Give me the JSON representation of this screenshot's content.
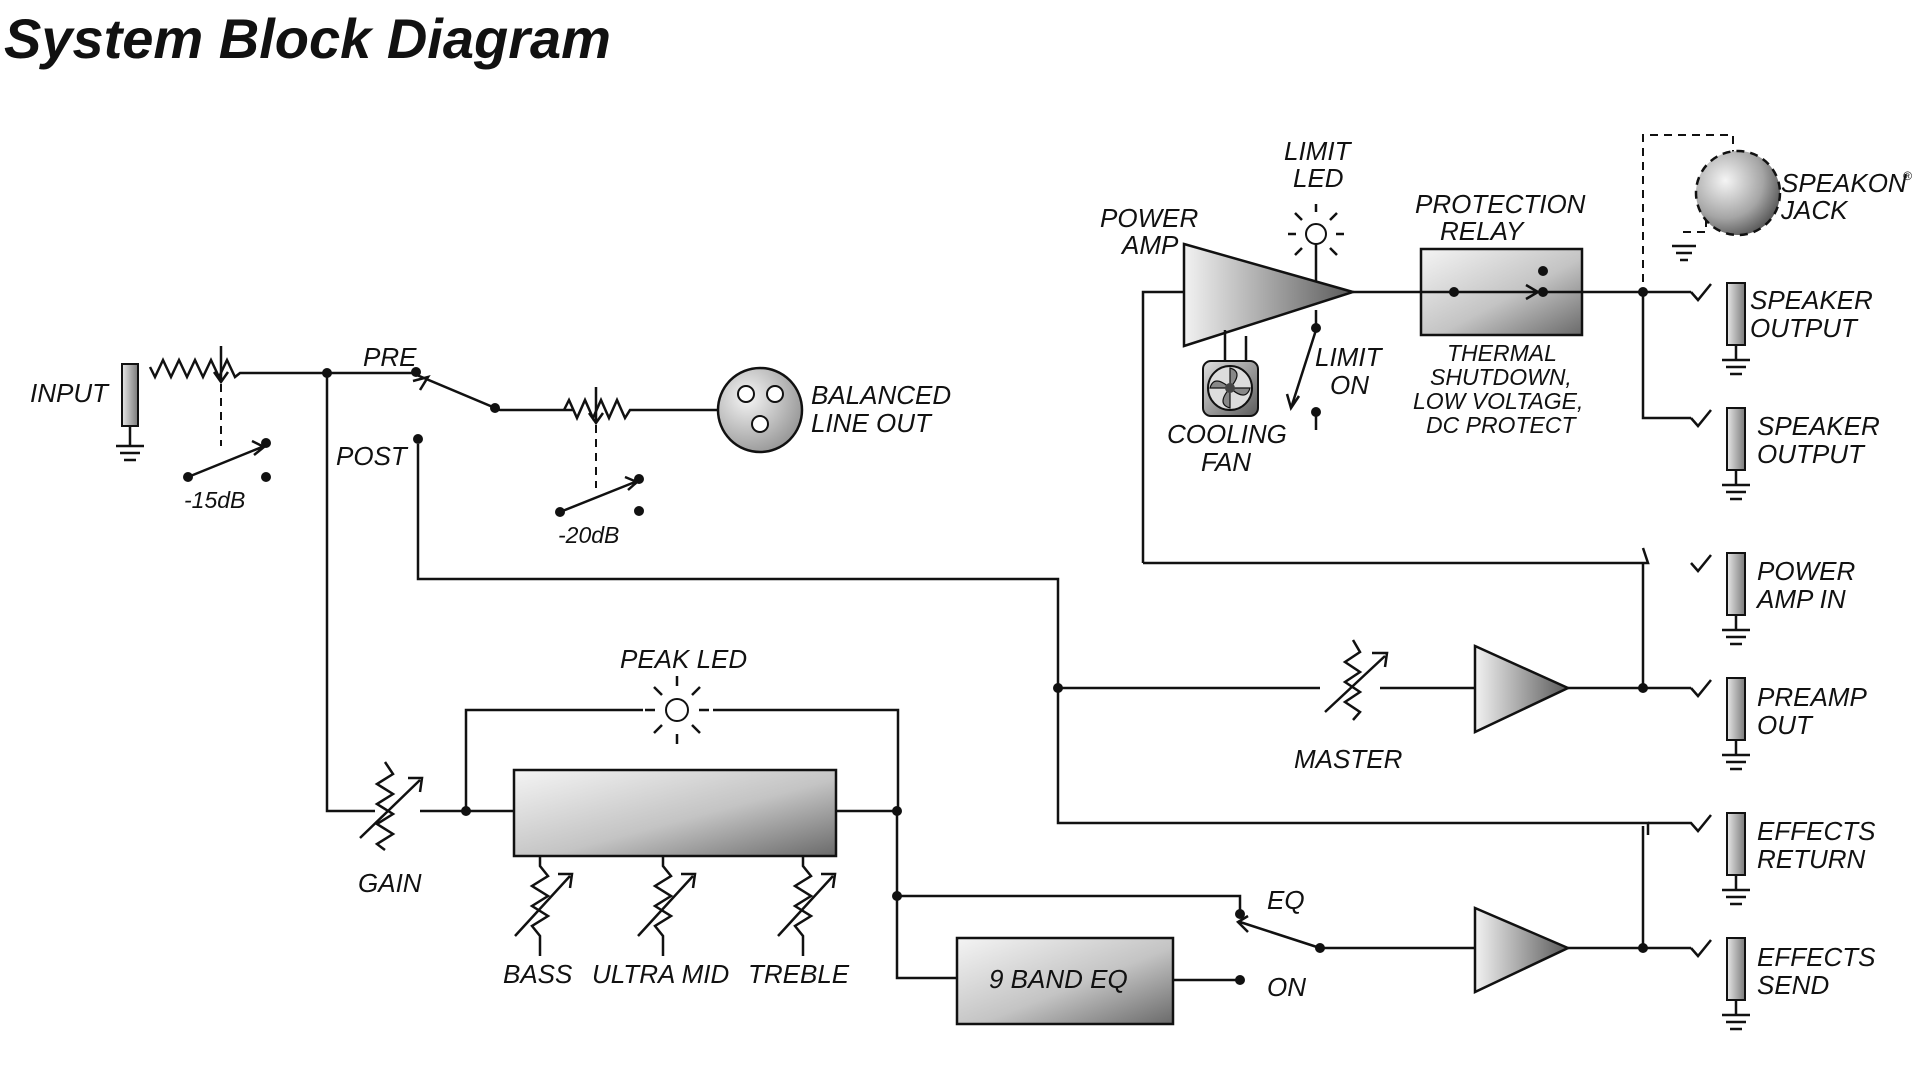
{
  "title": "System Block Diagram",
  "labels": {
    "input": "INPUT",
    "input_pad": "-15dB",
    "pre": "PRE",
    "post": "POST",
    "line_out_pad": "-20dB",
    "balanced_line_out": [
      "BALANCED",
      "LINE OUT"
    ],
    "peak_led": "PEAK LED",
    "gain": "GAIN",
    "bass": "BASS",
    "ultra_mid": "ULTRA MID",
    "treble": "TREBLE",
    "nine_band_eq": "9 BAND EQ",
    "eq_switch_eq": "EQ",
    "eq_switch_on": "ON",
    "master": "MASTER",
    "power_amp": [
      "POWER",
      "AMP"
    ],
    "limit_led": [
      "LIMIT",
      "LED"
    ],
    "limit_on": [
      "LIMIT",
      "ON"
    ],
    "cooling_fan": [
      "COOLING",
      "FAN"
    ],
    "protection_relay": [
      "PROTECTION",
      "RELAY"
    ],
    "relay_notes": [
      "THERMAL",
      "SHUTDOWN,",
      "LOW VOLTAGE,",
      "DC PROTECT"
    ],
    "speakon_jack": [
      "SPEAKON",
      "JACK"
    ],
    "speakon_mark": "®",
    "jacks": [
      [
        "SPEAKER",
        "OUTPUT"
      ],
      [
        "SPEAKER",
        "OUTPUT"
      ],
      [
        "POWER",
        "AMP IN"
      ],
      [
        "PREAMP",
        "OUT"
      ],
      [
        "EFFECTS",
        "RETURN"
      ],
      [
        "EFFECTS",
        "SEND"
      ]
    ]
  }
}
